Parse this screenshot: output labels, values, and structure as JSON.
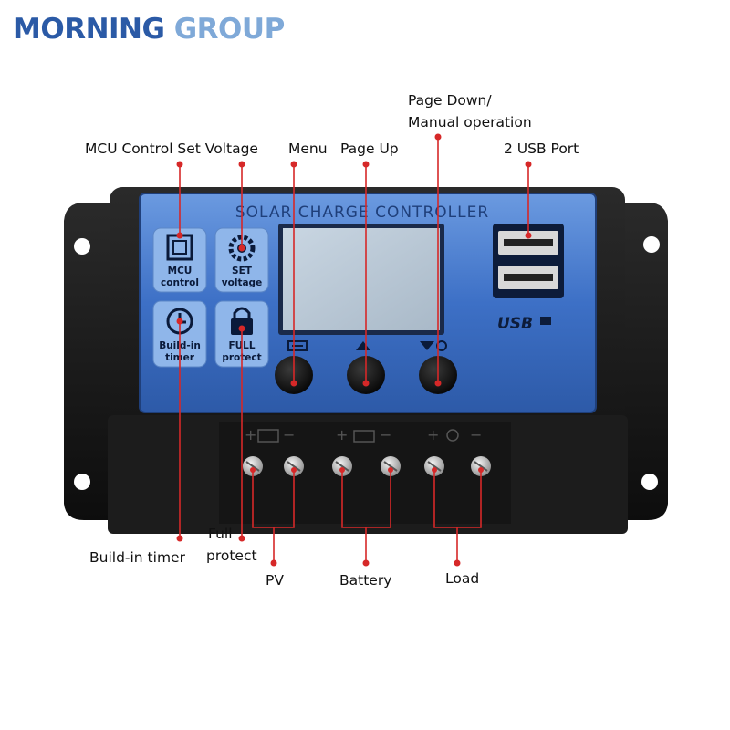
{
  "brand": {
    "part1": "MORNING ",
    "part2": "GROUP"
  },
  "device": {
    "title": "SOLAR CHARGE CONTROLLER",
    "usb_logo": "USB",
    "icons": [
      {
        "name": "mcu-chip-icon",
        "line1": "MCU",
        "line2": "control"
      },
      {
        "name": "gear-icon",
        "line1": "SET",
        "line2": "voltage"
      },
      {
        "name": "clock-icon",
        "line1": "Build-in",
        "line2": "timer"
      },
      {
        "name": "padlock-icon",
        "line1": "FULL",
        "line2": "protect"
      }
    ]
  },
  "callouts": {
    "mcu": "MCU Control Set Voltage",
    "menu": "Menu",
    "page_up": "Page Up",
    "page_down_1": "Page Down/",
    "page_down_2": "Manual operation",
    "usb": "2 USB Port",
    "timer": "Build-in timer",
    "full_1": "Full",
    "full_2": "protect",
    "pv": "PV",
    "battery": "Battery",
    "load": "Load"
  },
  "colors": {
    "accent_red": "#d62828",
    "panel_blue": "#3f72c8",
    "body_black": "#161616"
  }
}
